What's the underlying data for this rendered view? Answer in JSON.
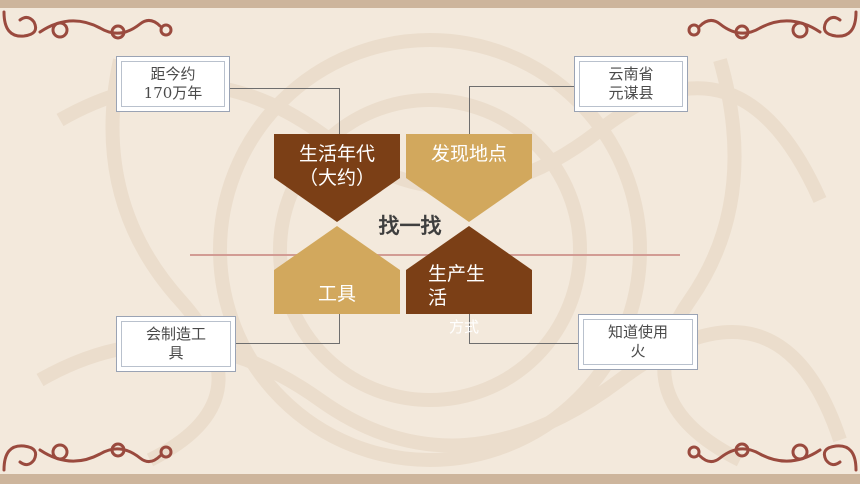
{
  "center_label": "找一找",
  "shapes": {
    "time": {
      "label": "生活年代\n（大约）",
      "color": "#7b3f16"
    },
    "place": {
      "label": "发现地点",
      "color": "#d2a85d"
    },
    "tools": {
      "label": "工具",
      "color": "#d2a85d"
    },
    "life": {
      "label": "生产生\n活",
      "overflow": "方式",
      "color": "#7b3f16"
    }
  },
  "boxes": {
    "time": "距今约\n170万年",
    "place": "云南省\n元谋县",
    "tools": "会制造工\n具",
    "life": "知道使用\n火"
  }
}
